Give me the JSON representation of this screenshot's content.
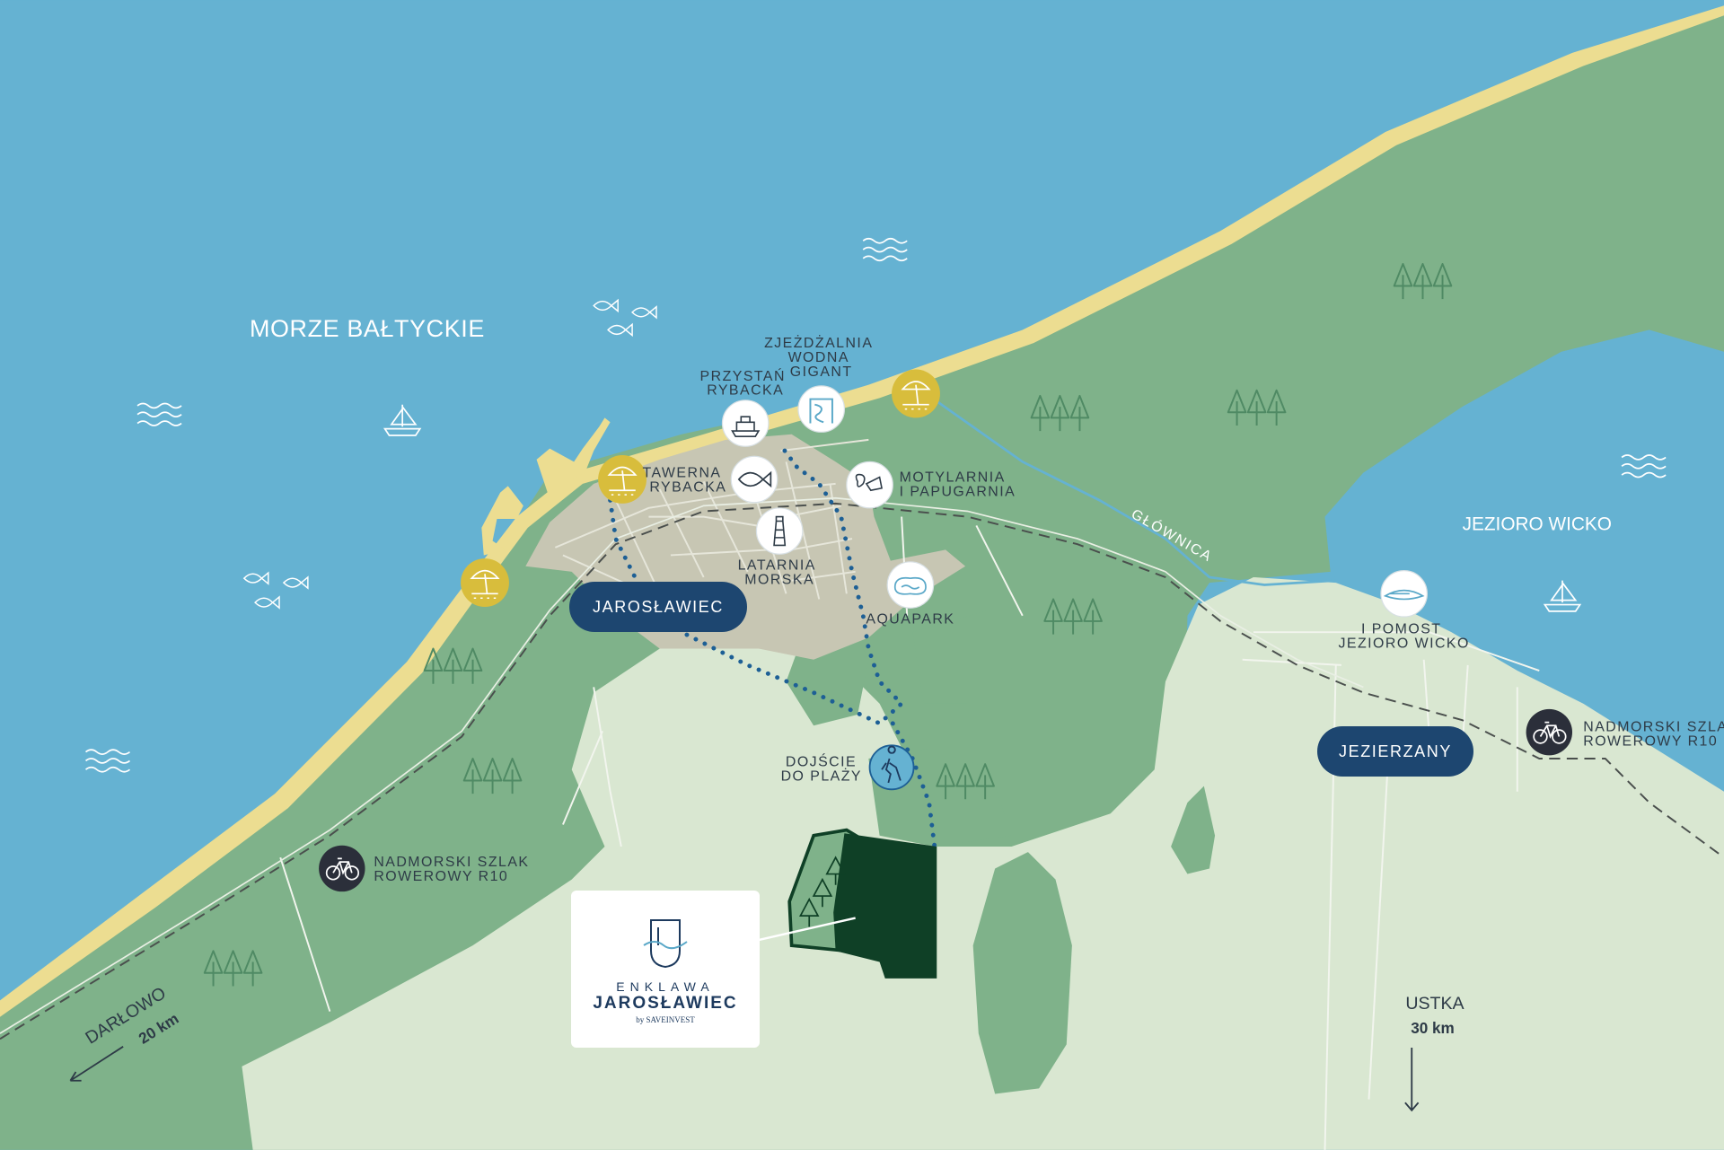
{
  "sea_label": "MORZE BAŁTYCKIE",
  "lake_label": "JEZIORO WICKO",
  "river_label": "GŁÓWNICA",
  "towns": {
    "jaroslawiec": "JAROSŁAWIEC",
    "jezierzany": "JEZIERZANY"
  },
  "poi": {
    "przystan_1": "PRZYSTAŃ",
    "przystan_2": "RYBACKA",
    "zjezdzalnia_1": "ZJEŻDŻALNIA",
    "zjezdzalnia_2": "WODNA",
    "zjezdzalnia_3": "GIGANT",
    "tawerna_1": "TAWERNA",
    "tawerna_2": "RYBACKA",
    "motylarnia_1": "MOTYLARNIA",
    "motylarnia_2": "I PAPUGARNIA",
    "latarnia_1": "LATARNIA",
    "latarnia_2": "MORSKA",
    "aquapark": "AQUAPARK",
    "pomost_1": "I POMOST",
    "pomost_2": "JEZIORO WICKO",
    "dojscie_1": "DOJŚCIE",
    "dojscie_2": "DO PLAŻY",
    "szlak_left_1": "NADMORSKI SZLAK",
    "szlak_left_2": "ROWEROWY R10",
    "szlak_right_1": "NADMORSKI SZLAK",
    "szlak_right_2": "ROWEROWY R10"
  },
  "directions": {
    "darlowo_name": "DARŁOWO",
    "darlowo_dist": "20 km",
    "ustka_name": "USTKA",
    "ustka_dist": "30 km"
  },
  "logo": {
    "line1": "ENKLAWA",
    "line2": "JAROSŁAWIEC",
    "line3": "by SAVEINVEST"
  },
  "colors": {
    "sea": "#65b2d2",
    "beach": "#ecdd91",
    "forest": "#7fb28a",
    "meadow": "#d9e7d1",
    "town": "#c7c6b3",
    "plot": "#0f4026",
    "pill": "#1d4670",
    "beach_icon": "#d8bd3c"
  }
}
